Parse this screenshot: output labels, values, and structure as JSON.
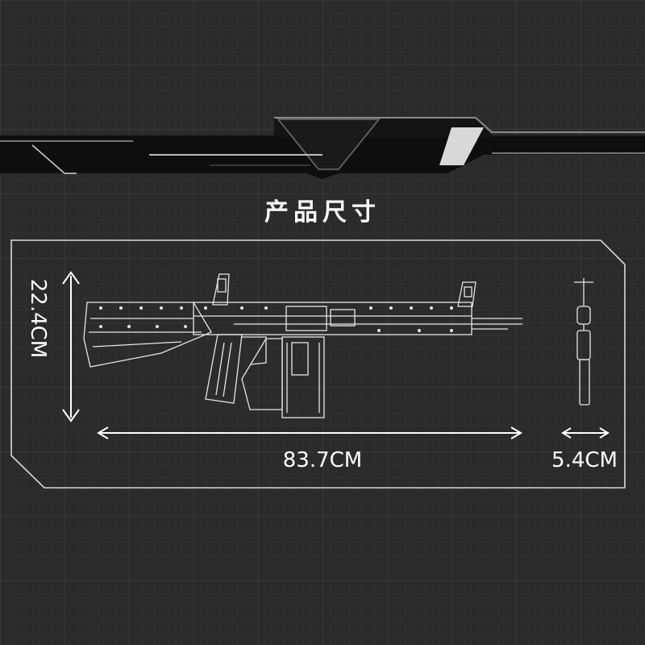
{
  "title": "产品尺寸",
  "dimensions": {
    "height": "22.4CM",
    "length": "83.7CM",
    "depth": "5.4CM"
  },
  "colors": {
    "background": "#2b2b2b",
    "banner": "#0d0d0d",
    "line": "#ffffff"
  }
}
